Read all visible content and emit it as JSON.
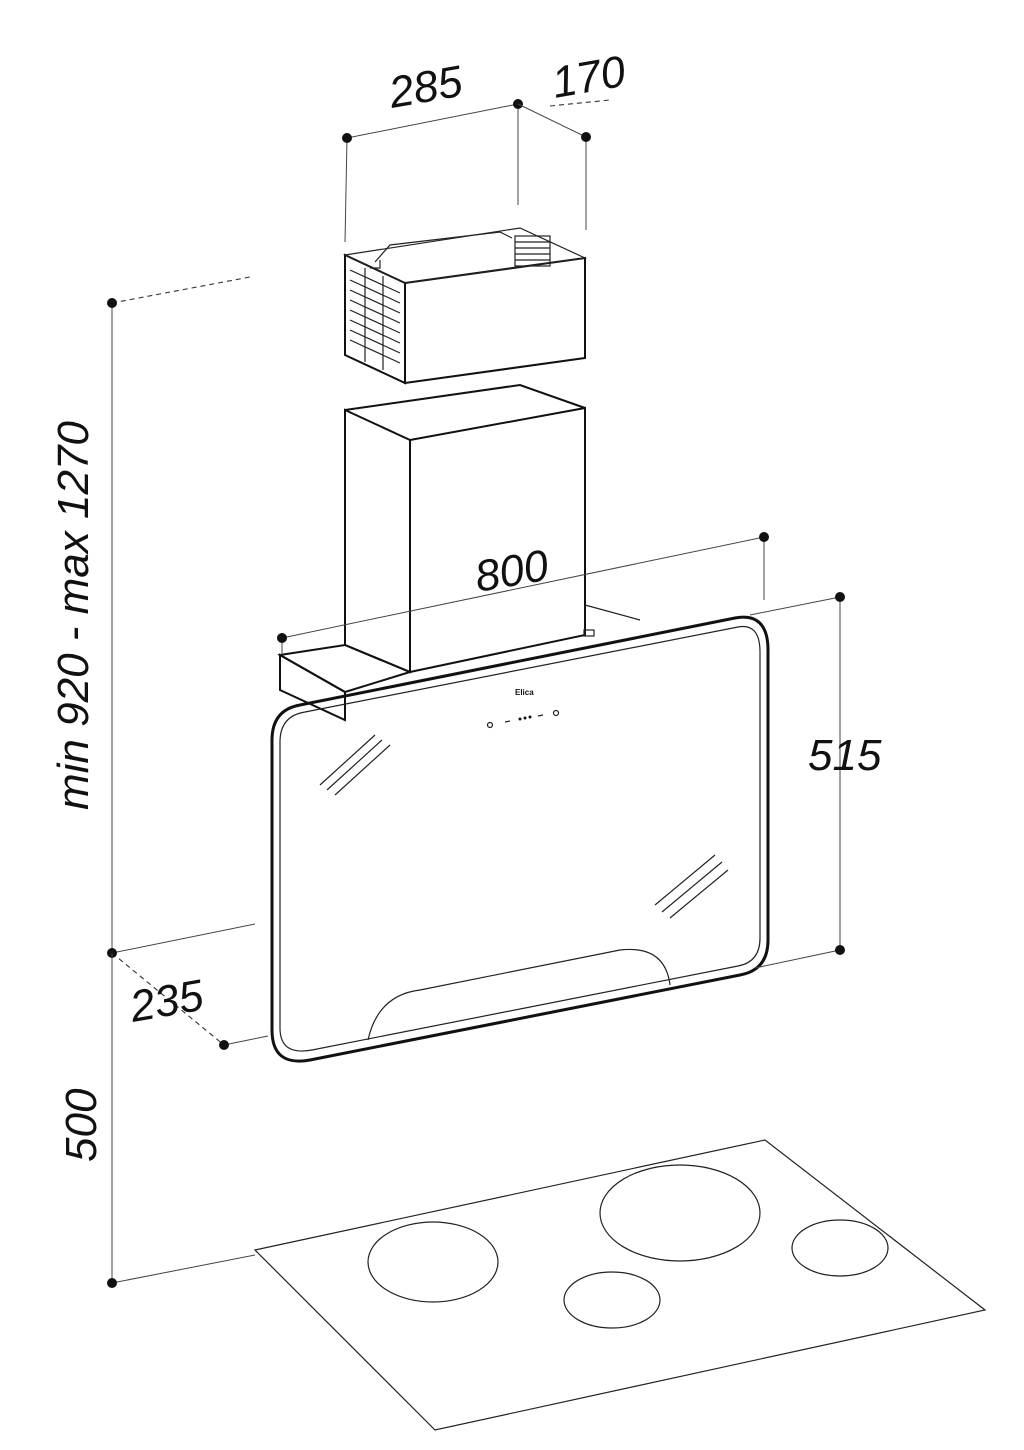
{
  "dimensions": {
    "width_chimney": "285",
    "depth_chimney": "170",
    "height_range": "min 920 - max 1270",
    "width_hood": "800",
    "height_panel": "515",
    "depth_base": "235",
    "height_above_hob": "500"
  },
  "brand": "Elica",
  "colors": {
    "line": "#111111",
    "background": "#ffffff"
  }
}
